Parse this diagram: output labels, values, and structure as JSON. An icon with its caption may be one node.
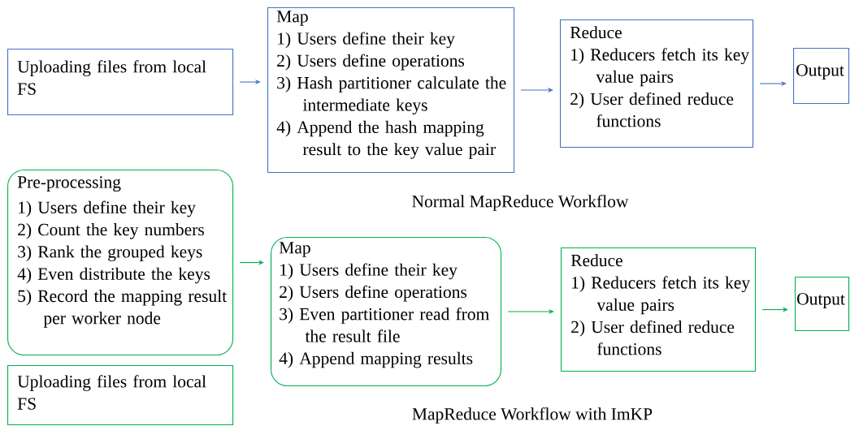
{
  "diagram": {
    "nodes": [
      {
        "text": [
          "Uploading files from local FS"
        ]
      },
      {
        "text": [
          "Map",
          "1) Users define their key",
          "2) Users define operations",
          "3) Hash partitioner calculate the intermediate keys",
          "4) Append the hash mapping result to the key value pair"
        ]
      },
      {
        "text": [
          "Reduce",
          "1) Reducers fetch its key value pairs",
          "2) User defined reduce functions"
        ]
      },
      {
        "text": [
          "Output"
        ]
      },
      {
        "text": [
          "Pre-processing",
          "1) Users define their key",
          "2) Count the key numbers",
          "3) Rank the grouped keys",
          "4) Even distribute the keys",
          "5) Record the mapping result per worker node"
        ]
      },
      {
        "text": [
          "Uploading files from local FS"
        ]
      },
      {
        "text": [
          "Map",
          "1) Users define their key",
          "2) Users define operations",
          "3) Even partitioner read from the result file",
          "4) Append mapping results"
        ]
      },
      {
        "text": [
          "Reduce",
          "1) Reducers fetch its key value pairs",
          "2) User defined reduce functions"
        ]
      },
      {
        "text": [
          "Output"
        ]
      }
    ],
    "edges": [
      {
        "from": 0,
        "to": 1,
        "arrow": "to",
        "color": "#4472c4"
      },
      {
        "from": 1,
        "to": 2,
        "arrow": "to",
        "color": "#4472c4"
      },
      {
        "from": 2,
        "to": 3,
        "arrow": "to",
        "color": "#4472c4"
      },
      {
        "from": 4,
        "to": 6,
        "arrow": "to",
        "color": "#00b050"
      },
      {
        "from": 6,
        "to": 7,
        "arrow": "to",
        "color": "#00b050"
      },
      {
        "from": 7,
        "to": 8,
        "arrow": "to",
        "color": "#00b050"
      }
    ],
    "labels": [
      "Normal MapReduce Workflow",
      "MapReduce Workflow with ImKP"
    ]
  }
}
